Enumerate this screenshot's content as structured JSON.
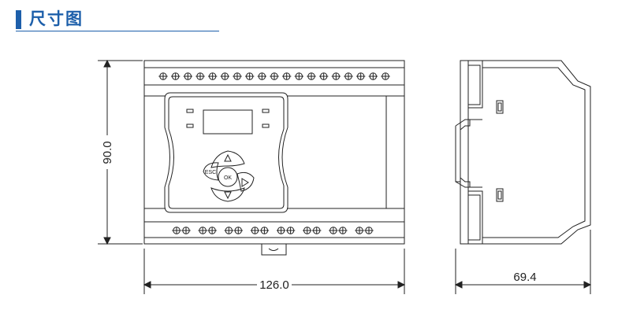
{
  "section": {
    "title": "尺寸图"
  },
  "front_view": {
    "width_label": "126.0",
    "height_label": "90.0",
    "top_terminal_count": 19,
    "bottom_terminal_groups": 8,
    "keys": {
      "esc": "ESC",
      "ok": "OK"
    }
  },
  "side_view": {
    "depth_label": "69.4"
  },
  "colors": {
    "accent": "#1d5faa",
    "line": "#222222"
  }
}
